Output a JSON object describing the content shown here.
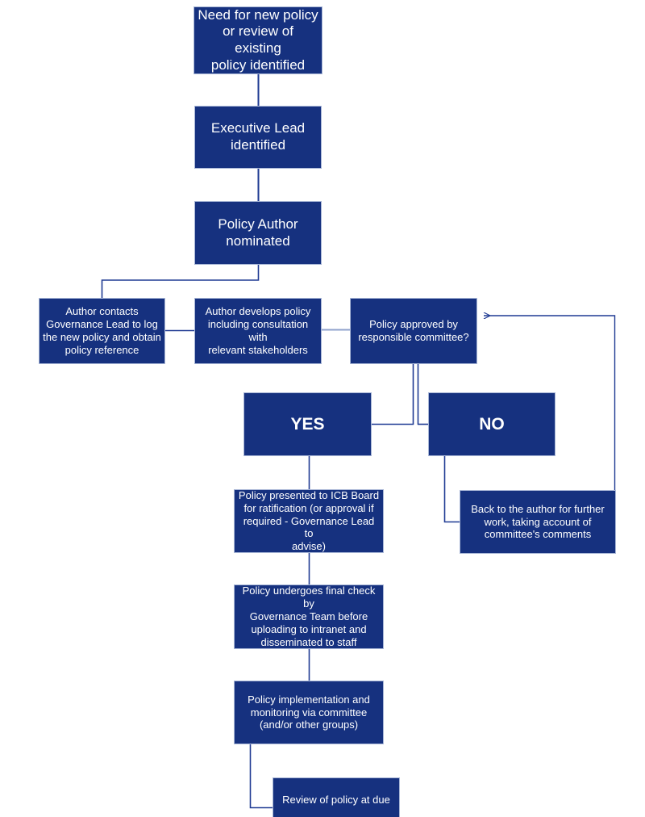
{
  "diagram": {
    "title": "Policy Development and Approval Flowchart",
    "colors": {
      "node_fill": "#16317F",
      "node_text": "#FFFFFF",
      "node_border": "#A8B6D6",
      "connector": "#1F3A93",
      "background": "#FFFFFF"
    },
    "type": "flowchart",
    "nodes": [
      {
        "id": "need",
        "label": "Need for new policy\nor review of existing\npolicy identified"
      },
      {
        "id": "exec",
        "label": "Executive Lead\nidentified"
      },
      {
        "id": "author-nom",
        "label": "Policy Author\nnominated"
      },
      {
        "id": "gov-lead",
        "label": "Author contacts\nGovernance Lead to log\nthe new policy and obtain\npolicy reference"
      },
      {
        "id": "develops",
        "label": "Author develops policy\nincluding consultation with\nrelevant stakeholders"
      },
      {
        "id": "approved",
        "label": "Policy approved by\nresponsible committee?"
      },
      {
        "id": "yes",
        "label": "YES"
      },
      {
        "id": "no",
        "label": "NO"
      },
      {
        "id": "icb",
        "label": "Policy presented to ICB Board\nfor ratification (or approval if\nrequired - Governance Lead to\nadvise)"
      },
      {
        "id": "back",
        "label": "Back to the author for further\nwork, taking account of\ncommittee's comments"
      },
      {
        "id": "final-check",
        "label": "Policy undergoes final check by\nGovernance Team before\nuploading to intranet and\ndisseminated to staff"
      },
      {
        "id": "implement",
        "label": "Policy implementation and\nmonitoring via committee\n(and/or other groups)"
      },
      {
        "id": "review",
        "label": "Review of policy at due"
      }
    ],
    "edges": [
      {
        "from": "need",
        "to": "exec",
        "style": "straight-down"
      },
      {
        "from": "exec",
        "to": "author-nom",
        "style": "straight-down"
      },
      {
        "from": "author-nom",
        "to": "gov-lead",
        "style": "elbow-left"
      },
      {
        "from": "gov-lead",
        "to": "develops",
        "style": "straight-right"
      },
      {
        "from": "develops",
        "to": "approved",
        "style": "straight-right"
      },
      {
        "from": "approved",
        "to": "yes",
        "style": "double-line-split-left"
      },
      {
        "from": "approved",
        "to": "no",
        "style": "double-line-split-right"
      },
      {
        "from": "yes",
        "to": "icb",
        "style": "straight-down"
      },
      {
        "from": "no",
        "to": "back",
        "style": "elbow-right"
      },
      {
        "from": "back",
        "to": "approved",
        "style": "feedback-loop-arrow"
      },
      {
        "from": "icb",
        "to": "final-check",
        "style": "straight-down"
      },
      {
        "from": "final-check",
        "to": "implement",
        "style": "straight-down"
      },
      {
        "from": "implement",
        "to": "review",
        "style": "elbow-right"
      }
    ]
  }
}
